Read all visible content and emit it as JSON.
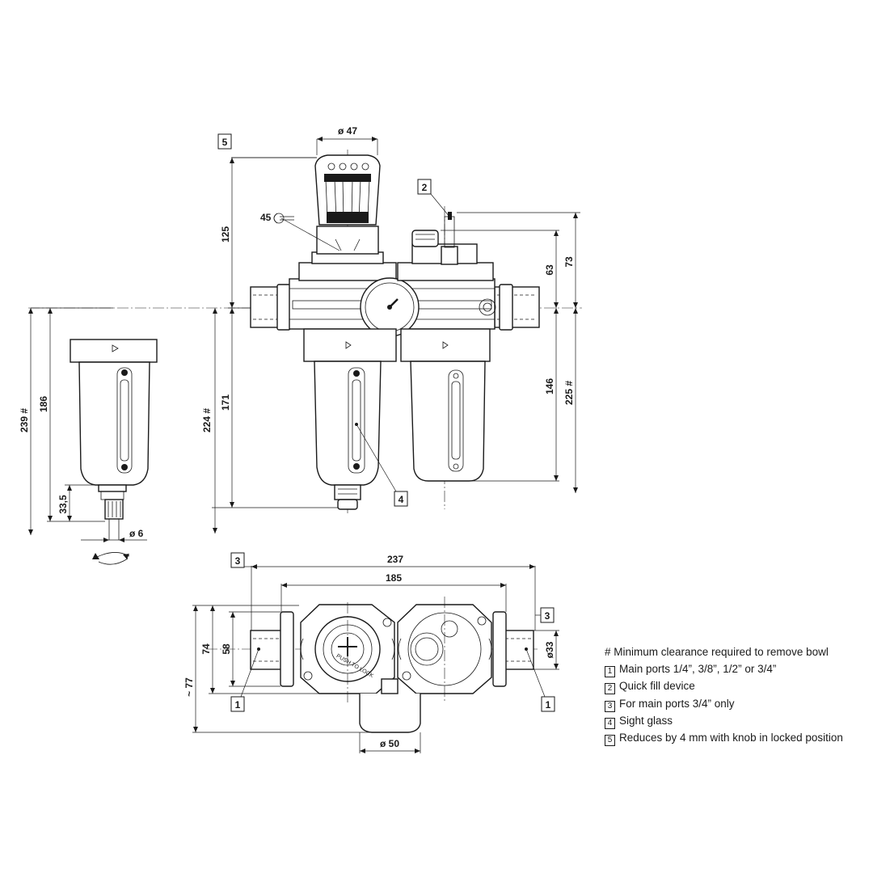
{
  "dimensions": {
    "knob_diameter": "ø 47",
    "wrench_size": "45",
    "height_above_port": "125",
    "fill_device_height": "73",
    "lubricator_top_height": "63",
    "clearance_filter_regulator": "224 #",
    "filter_regulator_bowl": "171",
    "lubricator_bowl": "146",
    "clearance_lubricator": "225 #",
    "clearance_filter": "239 #",
    "filter_bowl": "186",
    "drain_height": "33,5",
    "drain_diameter": "ø 6",
    "overall_width": "237",
    "body_width": "185",
    "width_74": "74",
    "width_58": "58",
    "width_77": "~ 77",
    "port_diameter": "ø33",
    "gauge_diameter": "ø 50"
  },
  "callouts": {
    "c1a": "1",
    "c1b": "1",
    "c2": "2",
    "c3a": "3",
    "c3b": "3",
    "c4": "4",
    "c5": "5"
  },
  "knob_text": "PUSH TO LOCK",
  "legend": {
    "note": "# Minimum clearance required to remove bowl",
    "items": [
      {
        "num": "1",
        "text": "Main ports 1/4”, 3/8”, 1/2” or 3/4”"
      },
      {
        "num": "2",
        "text": "Quick fill device"
      },
      {
        "num": "3",
        "text": "For main ports 3/4” only"
      },
      {
        "num": "4",
        "text": "Sight glass"
      },
      {
        "num": "5",
        "text": "Reduces by 4 mm with knob in locked position"
      }
    ]
  }
}
